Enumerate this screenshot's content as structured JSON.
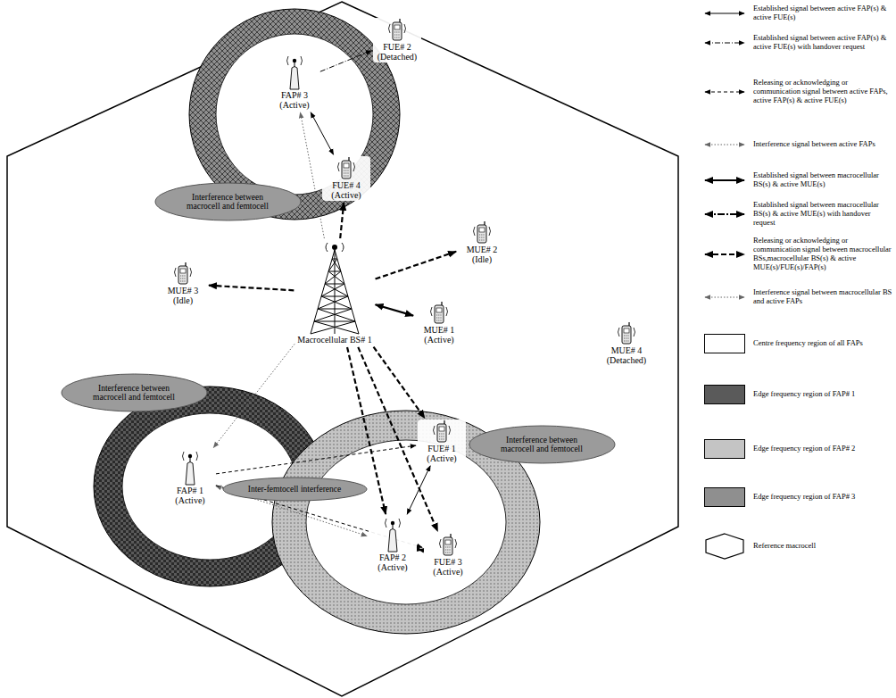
{
  "diagram": {
    "nodes": [
      {
        "text": [
          "FUE# 2 (Detached)"
        ]
      },
      {
        "text": [
          "FAP# 3 (Active)"
        ]
      },
      {
        "text": [
          "FUE# 4 (Active)"
        ]
      },
      {
        "text": [
          "Interference between macrocell and femtocell"
        ]
      },
      {
        "text": [
          "MUE# 2 (Idle)"
        ]
      },
      {
        "text": [
          "MUE# 3 (Idle)"
        ]
      },
      {
        "text": [
          "MUE# 1 (Active)"
        ]
      },
      {
        "text": [
          "Macrocellular BS# 1"
        ]
      },
      {
        "text": [
          "MUE# 4 (Detached)"
        ]
      },
      {
        "text": [
          "Interference between macrocell and femtocell"
        ]
      },
      {
        "text": [
          "Interference between macrocell and femtocell"
        ]
      },
      {
        "text": [
          "FUE# 1 (Active)"
        ]
      },
      {
        "text": [
          "FAP# 1 (Active)"
        ]
      },
      {
        "text": [
          "Inter-femtocell interference"
        ]
      },
      {
        "text": [
          "FAP# 2 (Active)"
        ]
      },
      {
        "text": [
          "FUE# 3 (Active)"
        ]
      }
    ],
    "edges": [
      {
        "from": 1,
        "to": 0,
        "arrow": "to"
      },
      {
        "from": 1,
        "to": 2,
        "arrow": "both"
      },
      {
        "from": 7,
        "to": 2,
        "arrow": "to"
      },
      {
        "from": 7,
        "to": 1,
        "arrow": "to"
      },
      {
        "from": 7,
        "to": 4,
        "arrow": "to"
      },
      {
        "from": 7,
        "to": 5,
        "arrow": "to"
      },
      {
        "from": 7,
        "to": 6,
        "arrow": "both"
      },
      {
        "from": 7,
        "to": 12,
        "arrow": "to"
      },
      {
        "from": 7,
        "to": 14,
        "arrow": "to"
      },
      {
        "from": 7,
        "to": 11,
        "arrow": "to"
      },
      {
        "from": 7,
        "to": 15,
        "arrow": "to"
      },
      {
        "from": 12,
        "to": 14,
        "arrow": "both"
      },
      {
        "from": 12,
        "to": 11,
        "arrow": "to"
      },
      {
        "from": 12,
        "to": 15,
        "arrow": "to"
      },
      {
        "from": 14,
        "to": 11,
        "arrow": "both"
      },
      {
        "from": 14,
        "to": 15,
        "arrow": "both"
      }
    ],
    "legend": [
      {
        "text": "Established signal between active FAP(s) & active FUE(s)"
      },
      {
        "text": "Established signal between active FAP(s) & active FUE(s) with handover request"
      },
      {
        "text": "Releasing or acknowledging or communication signal between active FAPs, active FAP(s) & active FUE(s)"
      },
      {
        "text": "Interference signal between active FAPs"
      },
      {
        "text": "Established signal between macrocellular BS(s) & active MUE(s)"
      },
      {
        "text": "Established signal between macrocellular BS(s) & active MUE(s) with handover request"
      },
      {
        "text": "Releasing or acknowledging or communication signal between macrocellular BSs,macrocellular BS(s) & active MUE(s)/FUE(s)/FAP(s)"
      },
      {
        "text": "Interference signal between macrocellular BS and active FAPs"
      },
      {
        "text": "Centre frequency region of all FAPs",
        "color": "#ffffff"
      },
      {
        "text": "Edge frequency region of FAP# 1",
        "color": "#5a5a5a"
      },
      {
        "text": "Edge frequency region of FAP# 2",
        "color": "#c4c4c4"
      },
      {
        "text": "Edge frequency region of FAP# 3",
        "color": "#8f8f8f"
      },
      {
        "text": "Reference macrocell"
      }
    ]
  }
}
